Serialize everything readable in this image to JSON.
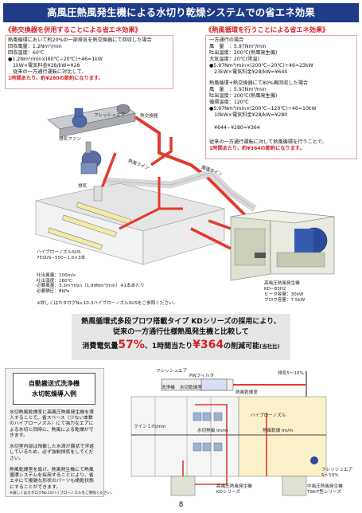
{
  "header": {
    "title": "高風圧熱風発生機による水切り乾燥システムでの省エネ効果"
  },
  "left_panel": {
    "tab": "《熱交換器を併用することによる省エネ効果》",
    "lines": [
      "熱風循環において約20%の一部排気を熱交換器にて回収した場合",
      "回収風量：1.2Nm³/min",
      "回収温度：60℃",
      "●1.2Nm³/min×(60℃−20℃)÷46=1kW",
      "　1kW×電気料金¥28/kW=¥28",
      "　従来の一方通行運転に対比して、",
      "1時間あたり、約¥280の節約になります。"
    ]
  },
  "right_panel": {
    "tab": "《熱風循環を行うことによる省エネ効果》",
    "lines": [
      "一方通行の場合",
      "風　量　：5.97Nm³/min",
      "吐出温度：200℃(熱風発生機)",
      "大気温度：20℃(常温)",
      "●5.97Nm³/min×(200℃−20℃)÷46=23kW",
      "　23kW×電気料金¥28/kW=¥644",
      "",
      "熱風循環+熱交換器にて80%再回収した場合",
      "風　量　：5.97Nm³/min",
      "吐出温度：200℃(熱風発生機)",
      "循環温度：120℃",
      "●5.97Nm³/min×(200℃−120℃)÷46=10kW",
      "　10kW×電気料金¥28/kW=¥280",
      "",
      "　¥644−¥280=¥364",
      "",
      "従来の一方通行運転に対して熱風循環を行うことで、",
      "1時間あたり、約¥364の節約になります。"
    ]
  },
  "diagram": {
    "fresh_air": "フレッシュエア",
    "heat_exchanger": "熱交換器",
    "exhaust_fan": "排気ファン",
    "exhaust": "排気",
    "hot_air_line": "熱風ライン",
    "return_line": "循環ライン",
    "nozzle": "ハイブローノズルSUS\n75SUS−550−1.0×3本",
    "specs": "吐出風量：100m/s\n吐出温度：180℃\n必要風量：3.3m³/min（1.99Nm³/min）※1本あたり\n必要静圧：8kPa",
    "note": "※詳しくはカタログNo.10-3ハイブローノズルSUSをご参照ください。",
    "machine_name": "高風圧熱風発生機\nKD−83H2",
    "machine_specs": "ヒータ容量：30kW\nブロワ容量：7.5kW"
  },
  "headline": {
    "line1": "熱風循環式多段ブロワ搭載タイプ KDシリーズの採用により、",
    "line2": "従来の一方通行仕様熱風発生機と比較して",
    "line3a": "消費電気量",
    "line3b": "57%",
    "line3c": "、1時間当たり",
    "line3d": "¥364",
    "line3e": "の削減可能",
    "line3f": "(当社比)"
  },
  "case": {
    "title": "自動搬送式洗浄機\n水切乾燥導入例",
    "body": "水切熱風乾燥室に高風圧熱風発生機を導\n入することで、省スペース（少ない本数\nのハイブローノズル）にて強力なエアに\nよる水切と同時に、熱風による乾燥がで\nきます。\n\n水切室内部は飛散した水滴が霧状で浮遊\nしているため、必ず強制排気をしてくだ\nさい。\n\n熱風乾燥室を設け、熱風発生機にて熱風\n循環システムを採用することにより、省\nエネにて複雑な形状のパーツも絶乾状態\nにすることができます。",
    "note": "※詳しくはカタログNo.10ハイブローノズルをご参照ください。"
  },
  "schematic": {
    "fresh_air": "フレッシュエア",
    "filter": "PWフィルタ",
    "wash": "洗浄機",
    "drain": "水切乾燥室",
    "dry": "熱風乾燥室",
    "exhaust": "排気5〜10%",
    "conveyor": "ライン１ｍ/min",
    "nozzle": "ハイブローノズル",
    "air_dry": "熱風乾燥 Ⅰm/m",
    "air_dry2": "水切熱風 Ⅰm/m",
    "kd_label": "高風圧熱風発生機\nKDシリーズ",
    "tsk_label": "中風圧熱風発生機\nTSK-F型シリーズ",
    "fresh2": "フレッシュエア\n5〜10%"
  },
  "page": {
    "number": "8"
  }
}
